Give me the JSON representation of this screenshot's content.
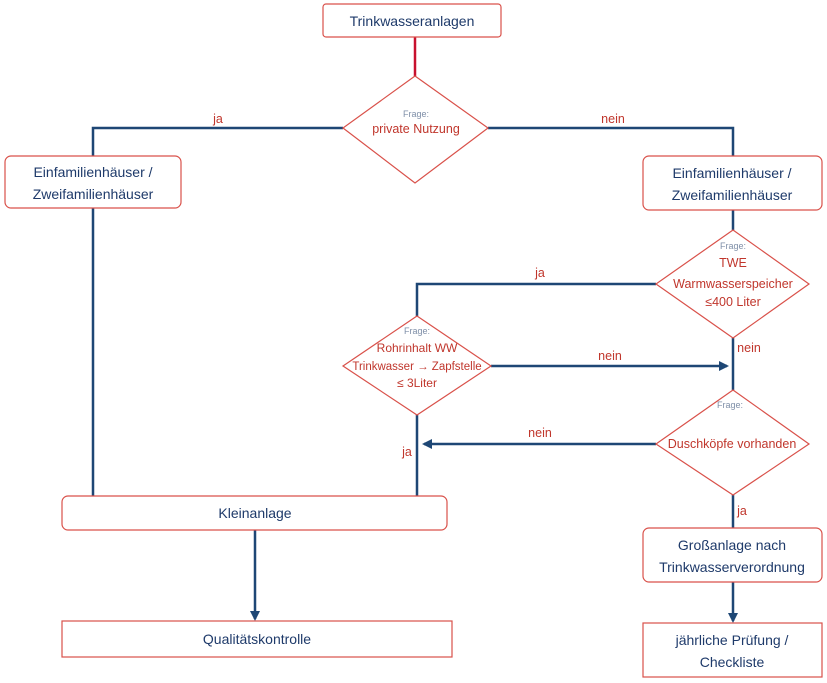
{
  "nodes": {
    "start": "Trinkwasseranlagen",
    "efh_left_1": "Einfamilienhäuser /",
    "efh_left_2": "Zweifamilienhäuser",
    "efh_right_1": "Einfamilienhäuser /",
    "efh_right_2": "Zweifamilienhäuser",
    "kleinanlage": "Kleinanlage",
    "qualitaet": "Qualitätskontrolle",
    "gross_1": "Großanlage nach",
    "gross_2": "Trinkwasserverordnung",
    "pruefung_1": "jährliche Prüfung /",
    "pruefung_2": "Checkliste"
  },
  "questions": {
    "prefix": "Frage:",
    "nutzung": "private Nutzung",
    "twe_1": "TWE",
    "twe_2": "Warmwasserspeicher",
    "twe_3": "≤400 Liter",
    "rohr_1": "Rohrinhalt  WW",
    "rohr_2": "Trinkwasser → Zapfstelle",
    "rohr_3": "≤ 3Liter",
    "dusch": "Duschköpfe vorhanden"
  },
  "edge_labels": {
    "ja": "ja",
    "nein": "nein"
  },
  "colors": {
    "line": "#1e4775",
    "start_line": "#c8102e",
    "border": "#d9514a",
    "text": "#1e3a6a",
    "question_text": "#c0362c"
  }
}
